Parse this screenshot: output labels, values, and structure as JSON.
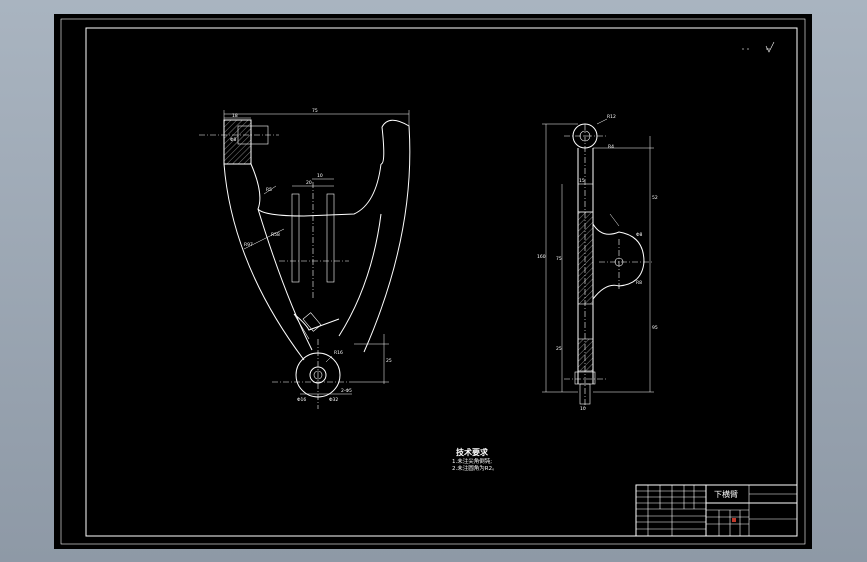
{
  "colors": {
    "canvas": "#000000",
    "lines": "#ffffff",
    "app_background": "#9aa6b2"
  },
  "title_block": {
    "part_name": "下横臂"
  },
  "technical_requirements": {
    "title": "技术要求",
    "items": [
      "1.未注尖角倒钝;",
      "2.未注圆角为R2。"
    ]
  }
}
